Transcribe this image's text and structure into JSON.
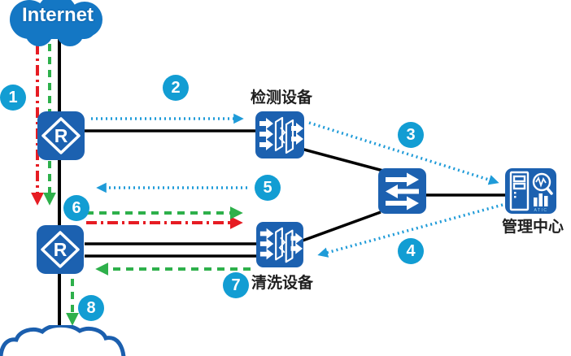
{
  "diagram": {
    "internet": {
      "label": "Internet"
    },
    "routers": {
      "letter": "R"
    },
    "devices": {
      "detection_label": "检测设备",
      "cleaning_label": "清洗设备",
      "management_label": "管理中心",
      "management_system_tag": "ATIC"
    },
    "badges": [
      "1",
      "2",
      "3",
      "4",
      "5",
      "6",
      "7",
      "8"
    ],
    "colors": {
      "node_blue": "#1c61b0",
      "cloud_blue": "#1477c4",
      "cloud_outline_blue": "#1b5fae",
      "badge_cyan": "#129dd3",
      "attack_red": "#e61c23",
      "clean_green": "#2eb04b",
      "signal_blue": "#1f9bd8",
      "link_black": "#000000"
    }
  }
}
